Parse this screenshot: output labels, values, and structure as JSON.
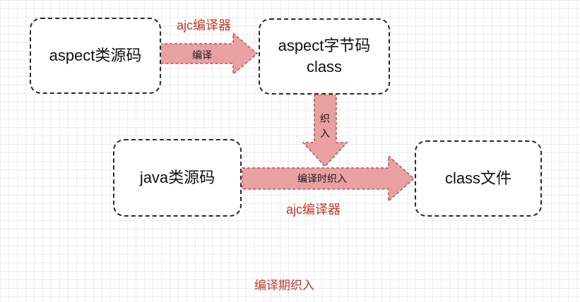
{
  "boxes": {
    "aspect_source": "aspect类源码",
    "aspect_bytecode_line1": "aspect字节码",
    "aspect_bytecode_line2": "class",
    "java_source": "java类源码",
    "class_file": "class文件"
  },
  "arrows": {
    "compile_top": {
      "label_above": "ajc编译器",
      "text": "编译"
    },
    "weave_down": {
      "char1": "织",
      "char2": "入"
    },
    "compile_weave": {
      "text": "编译时织入",
      "label_below": "ajc编译器"
    }
  },
  "caption": "编译期织入",
  "colors": {
    "arrow_fill": "#e8a0a0",
    "arrow_stroke": "#c0504d",
    "label_red": "#c0392b"
  }
}
